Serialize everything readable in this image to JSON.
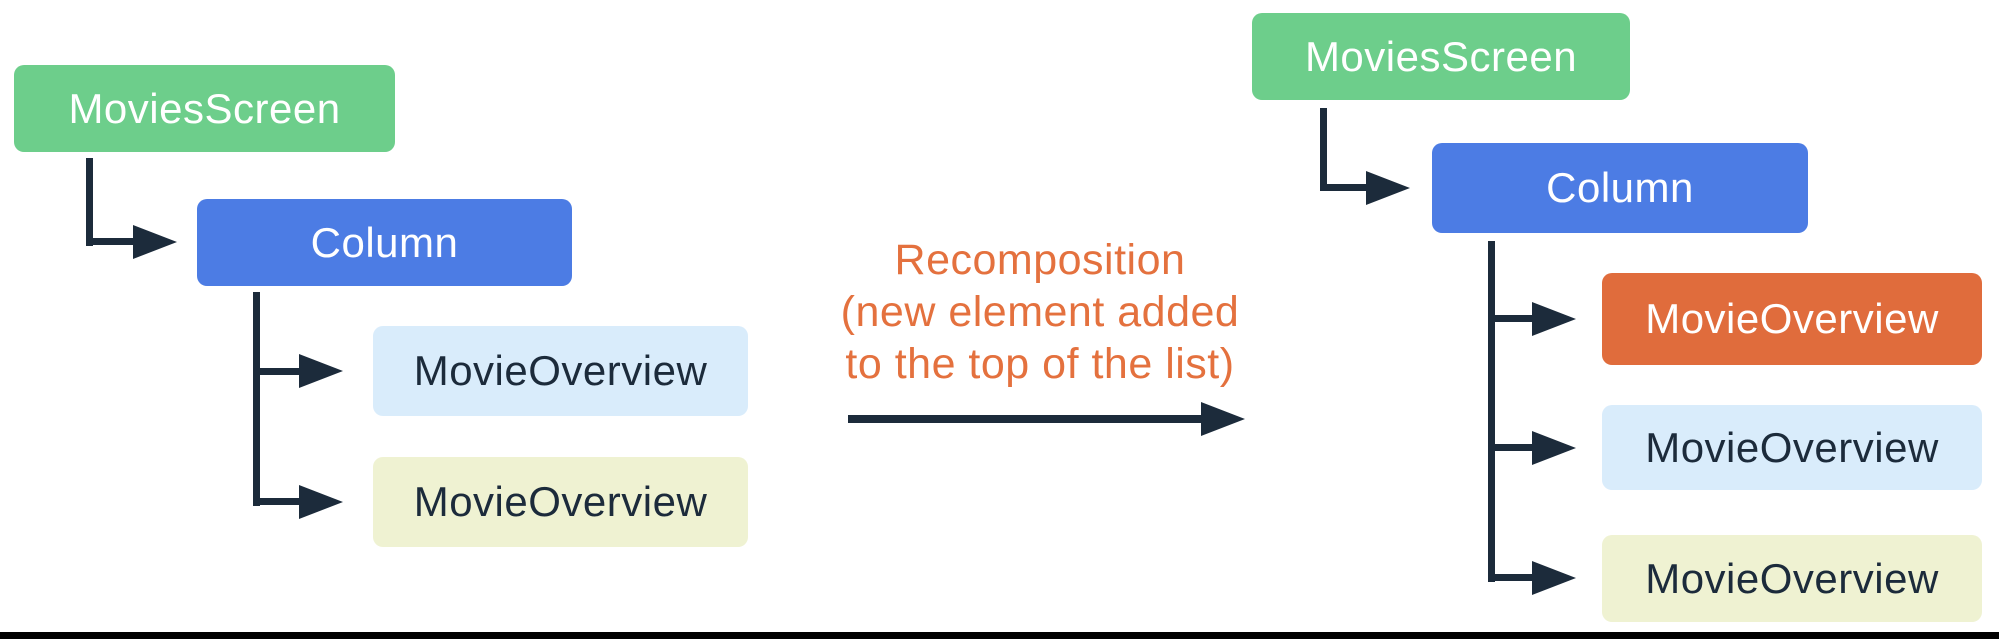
{
  "colors": {
    "background": "#FFFFFF",
    "connector": "#1C2B3B",
    "green": "#6DCE8B",
    "blue": "#4C7CE4",
    "orange": "#E06C3C",
    "light_blue": "#D9ECFB",
    "light_yellow": "#EFF2D2",
    "caption_orange": "#E4713E",
    "bottom_border": "#000000",
    "white_text": "#FFFFFF",
    "dark_text": "#1C2B3B"
  },
  "left_tree": {
    "nodes": [
      {
        "label": "MoviesScreen",
        "bg": "#6DCE8B",
        "fg": "#FFFFFF"
      },
      {
        "label": "Column",
        "bg": "#4C7CE4",
        "fg": "#FFFFFF"
      },
      {
        "label": "MovieOverview",
        "bg": "#D9ECFB",
        "fg": "#1C2B3B"
      },
      {
        "label": "MovieOverview",
        "bg": "#EFF2D2",
        "fg": "#1C2B3B"
      }
    ]
  },
  "transition": {
    "lines": [
      "Recomposition",
      "(new element added",
      "to the top of the list)"
    ],
    "color": "#E4713E"
  },
  "right_tree": {
    "nodes": [
      {
        "label": "MoviesScreen",
        "bg": "#6DCE8B",
        "fg": "#FFFFFF"
      },
      {
        "label": "Column",
        "bg": "#4C7CE4",
        "fg": "#FFFFFF"
      },
      {
        "label": "MovieOverview",
        "bg": "#E06C3C",
        "fg": "#FFFFFF"
      },
      {
        "label": "MovieOverview",
        "bg": "#D9ECFB",
        "fg": "#1C2B3B"
      },
      {
        "label": "MovieOverview",
        "bg": "#EFF2D2",
        "fg": "#1C2B3B"
      }
    ]
  }
}
